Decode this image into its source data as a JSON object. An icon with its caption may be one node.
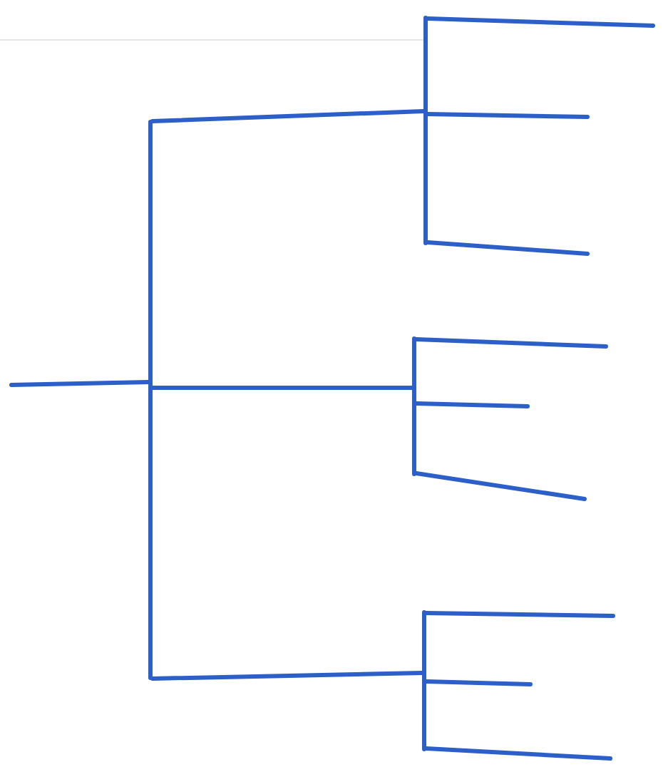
{
  "diagram": {
    "nodes": [
      {
        "text": [],
        "shape": "bar"
      },
      {
        "text": [],
        "shape": "bar"
      },
      {
        "text": [],
        "shape": "bar"
      },
      {
        "text": [],
        "shape": "bar"
      }
    ],
    "edges": [
      {
        "from": null,
        "to": 0,
        "arrow": "none"
      },
      {
        "from": 0,
        "to": 1,
        "arrow": "none"
      },
      {
        "from": 0,
        "to": 2,
        "arrow": "none"
      },
      {
        "from": 0,
        "to": 3,
        "arrow": "none"
      },
      {
        "from": 1,
        "to": null,
        "arrow": "none"
      },
      {
        "from": 1,
        "to": null,
        "arrow": "none"
      },
      {
        "from": 1,
        "to": null,
        "arrow": "none"
      },
      {
        "from": 2,
        "to": null,
        "arrow": "none"
      },
      {
        "from": 2,
        "to": null,
        "arrow": "none"
      },
      {
        "from": 2,
        "to": null,
        "arrow": "none"
      },
      {
        "from": 3,
        "to": null,
        "arrow": "none"
      },
      {
        "from": 3,
        "to": null,
        "arrow": "none"
      },
      {
        "from": 3,
        "to": null,
        "arrow": "none"
      }
    ]
  }
}
